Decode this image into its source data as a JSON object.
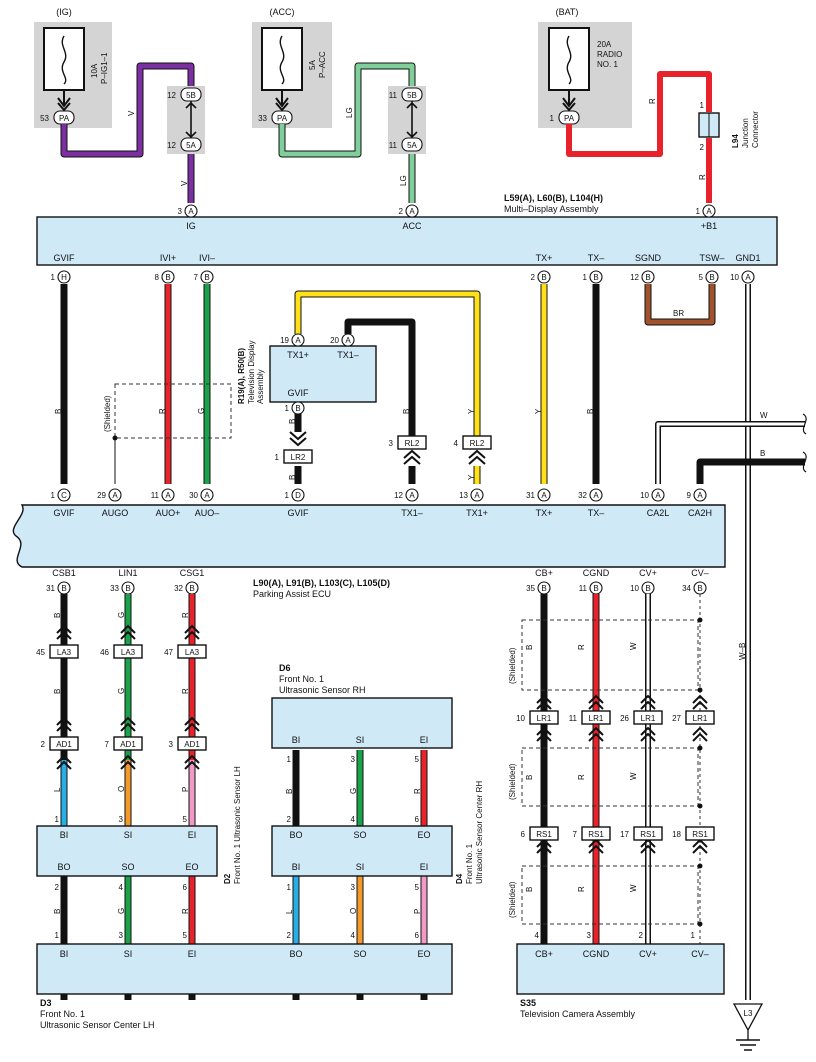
{
  "colors": {
    "component_fill": "#cfe9f7",
    "fuse_fill": "#d4d4d4",
    "violet": "#7b2fa0",
    "light_green": "#7fcf9a",
    "red": "#e8222a",
    "black": "#111111",
    "green": "#1aa14a",
    "yellow": "#ffe11a",
    "brown": "#a0522d",
    "blue": "#27aee6",
    "orange": "#f39a2b",
    "pink": "#f29ac6",
    "white_wire": "#ffffff"
  },
  "fuses": [
    {
      "source": "(IG)",
      "rating": "10A",
      "name": "P–IG1–1",
      "pin": "53",
      "conn": "PA"
    },
    {
      "source": "(ACC)",
      "rating": "5A",
      "name": "P–ACC",
      "pin": "33",
      "conn": "PA"
    },
    {
      "source": "(BAT)",
      "rating": "20A",
      "name": "RADIO NO. 1",
      "name1": "RADIO",
      "name2": "NO. 1",
      "pin": "1",
      "conn": "PA"
    }
  ],
  "junction_5": {
    "pin_top": "12",
    "conn_top": "5B",
    "pin_bot": "12",
    "conn_bot": "5A",
    "pin_top2": "11",
    "conn_top2": "5B",
    "pin_bot2": "11",
    "conn_bot2": "5A"
  },
  "wire_codes": {
    "v": "V",
    "lg": "LG",
    "r": "R",
    "b": "B",
    "g": "G",
    "y": "Y",
    "br": "BR",
    "w": "W",
    "l": "L",
    "o": "O",
    "p": "P",
    "wb": "W–B"
  },
  "l94": {
    "code": "L94",
    "name1": "Junction",
    "name2": "Connector",
    "pin1": "1",
    "pin2": "2"
  },
  "multi_display": {
    "title": "L59(A), L60(B), L104(H)",
    "name": "Multi–Display Assembly",
    "top_terms": [
      {
        "pin": "3",
        "conn": "A",
        "label": "IG"
      },
      {
        "pin": "2",
        "conn": "A",
        "label": "ACC"
      },
      {
        "pin": "1",
        "conn": "A",
        "label": "+B1"
      }
    ],
    "bottom_terms": [
      {
        "label": "GVIF",
        "pin": "1",
        "conn": "H"
      },
      {
        "label": "IVI+",
        "pin": "8",
        "conn": "B"
      },
      {
        "label": "IVI–",
        "pin": "7",
        "conn": "B"
      },
      {
        "label": "TX+",
        "pin": "2",
        "conn": "B"
      },
      {
        "label": "TX–",
        "pin": "1",
        "conn": "B"
      },
      {
        "label": "SGND",
        "pin": "12",
        "conn": "B"
      },
      {
        "label": "TSW–",
        "pin": "5",
        "conn": "B"
      },
      {
        "label": "GND1",
        "pin": "10",
        "conn": "A"
      }
    ]
  },
  "tv_display": {
    "title": "R19(A), R50(B)",
    "name1": "Television Display",
    "name2": "Assembly",
    "terms": [
      {
        "label": "TX1+",
        "pin": "19",
        "conn": "A"
      },
      {
        "label": "TX1–",
        "pin": "20",
        "conn": "A"
      },
      {
        "label": "GVIF",
        "pin": "1",
        "conn": "B"
      }
    ]
  },
  "shielded": "(Shielded)",
  "inline_connectors": [
    {
      "pin": "1",
      "conn": "LR2"
    },
    {
      "pin": "3",
      "conn": "RL2"
    },
    {
      "pin": "4",
      "conn": "RL2"
    }
  ],
  "right_w_b": {
    "w": "W",
    "b": "B"
  },
  "parking_ecu": {
    "title": "L90(A), L91(B), L103(C), L105(D)",
    "name": "Parking Assist ECU",
    "top_terms": [
      {
        "pin": "1",
        "conn": "C",
        "label": "GVIF"
      },
      {
        "pin": "29",
        "conn": "A",
        "label": "AUGO"
      },
      {
        "pin": "11",
        "conn": "A",
        "label": "AUO+"
      },
      {
        "pin": "30",
        "conn": "A",
        "label": "AUO–"
      },
      {
        "pin": "1",
        "conn": "D",
        "label": "GVIF"
      },
      {
        "pin": "12",
        "conn": "A",
        "label": "TX1–"
      },
      {
        "pin": "13",
        "conn": "A",
        "label": "TX1+"
      },
      {
        "pin": "31",
        "conn": "A",
        "label": "TX+"
      },
      {
        "pin": "32",
        "conn": "A",
        "label": "TX–"
      },
      {
        "pin": "10",
        "conn": "A",
        "label": "CA2L"
      },
      {
        "pin": "9",
        "conn": "A",
        "label": "CA2H"
      }
    ],
    "bottom_terms": [
      {
        "label": "CSB1",
        "pin": "31",
        "conn": "B"
      },
      {
        "label": "LIN1",
        "pin": "33",
        "conn": "B"
      },
      {
        "label": "CSG1",
        "pin": "32",
        "conn": "B"
      },
      {
        "label": "CB+",
        "pin": "35",
        "conn": "B"
      },
      {
        "label": "CGND",
        "pin": "11",
        "conn": "B"
      },
      {
        "label": "CV+",
        "pin": "10",
        "conn": "B"
      },
      {
        "label": "CV–",
        "pin": "34",
        "conn": "B"
      }
    ]
  },
  "left_chain": {
    "la3": [
      {
        "pin": "45",
        "conn": "LA3"
      },
      {
        "pin": "46",
        "conn": "LA3"
      },
      {
        "pin": "47",
        "conn": "LA3"
      }
    ],
    "ad1": [
      {
        "pin": "2",
        "conn": "AD1"
      },
      {
        "pin": "7",
        "conn": "AD1"
      },
      {
        "pin": "3",
        "conn": "AD1"
      }
    ]
  },
  "right_chain": {
    "lr1": [
      {
        "pin": "10",
        "conn": "LR1"
      },
      {
        "pin": "11",
        "conn": "LR1"
      },
      {
        "pin": "26",
        "conn": "LR1"
      },
      {
        "pin": "27",
        "conn": "LR1"
      }
    ],
    "rs1": [
      {
        "pin": "6",
        "conn": "RS1"
      },
      {
        "pin": "7",
        "conn": "RS1"
      },
      {
        "pin": "17",
        "conn": "RS1"
      },
      {
        "pin": "18",
        "conn": "RS1"
      }
    ]
  },
  "d2": {
    "code": "D2",
    "name": "Front No. 1 Ultrasonic Sensor LH",
    "top": [
      {
        "pin": "1",
        "label": "BI"
      },
      {
        "pin": "3",
        "label": "SI"
      },
      {
        "pin": "5",
        "label": "EI"
      }
    ],
    "bottom": [
      {
        "label": "BO",
        "pin": "2"
      },
      {
        "label": "SO",
        "pin": "4"
      },
      {
        "label": "EO",
        "pin": "6"
      }
    ]
  },
  "d6": {
    "code": "D6",
    "name1": "Front No. 1",
    "name2": "Ultrasonic Sensor RH",
    "top": [
      {
        "label": "BI",
        "pin": "1"
      },
      {
        "label": "SI",
        "pin": "3"
      },
      {
        "label": "EI",
        "pin": "5"
      }
    ],
    "bottom": [
      {
        "pin": "2",
        "label": "BO"
      },
      {
        "pin": "4",
        "label": "SO"
      },
      {
        "pin": "6",
        "label": "EO"
      }
    ]
  },
  "d4": {
    "code": "D4",
    "name1": "Front No. 1",
    "name2": "Ultrasonic Sensor Center RH",
    "top": [
      {
        "label": "BI",
        "pin": "1"
      },
      {
        "label": "SI",
        "pin": "3"
      },
      {
        "label": "EI",
        "pin": "5"
      }
    ],
    "bottom": [
      {
        "pin": "2",
        "label": "BO"
      },
      {
        "pin": "4",
        "label": "SO"
      },
      {
        "pin": "6",
        "label": "EO"
      }
    ]
  },
  "d3": {
    "code": "D3",
    "name1": "Front No. 1",
    "name2": "Ultrasonic Sensor Center LH",
    "top": [
      {
        "pin": "1",
        "label": "BI"
      },
      {
        "pin": "3",
        "label": "SI"
      },
      {
        "pin": "5",
        "label": "EI"
      }
    ]
  },
  "s35": {
    "code": "S35",
    "name": "Television Camera Assembly",
    "top": [
      {
        "pin": "4",
        "label": "CB+"
      },
      {
        "pin": "3",
        "label": "CGND"
      },
      {
        "pin": "2",
        "label": "CV+"
      },
      {
        "pin": "1",
        "label": "CV–"
      }
    ]
  },
  "ground": {
    "code": "L3"
  }
}
